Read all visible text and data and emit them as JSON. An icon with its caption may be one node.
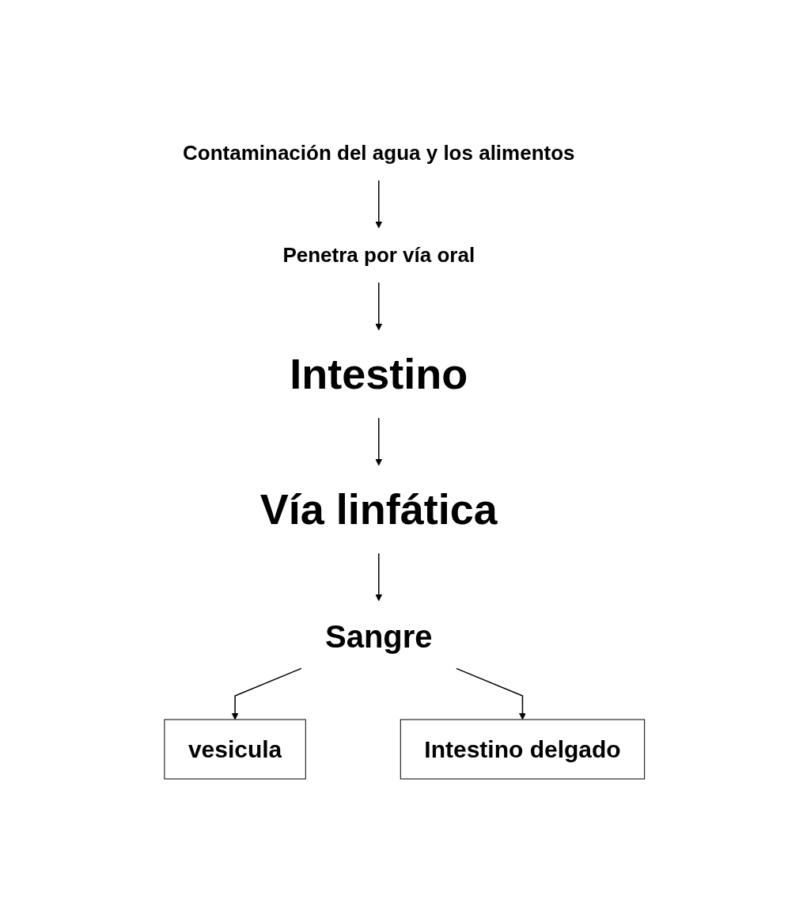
{
  "diagram": {
    "nodes": [
      {
        "text": [
          "Contaminación del agua y los alimentos"
        ]
      },
      {
        "text": [
          "Penetra por vía oral"
        ]
      },
      {
        "text": [
          "Intestino"
        ]
      },
      {
        "text": [
          "Vía linfática"
        ]
      },
      {
        "text": [
          "Sangre"
        ]
      },
      {
        "text": [
          "vesicula"
        ]
      },
      {
        "text": [
          "Intestino delgado"
        ]
      }
    ],
    "edges": [
      {
        "from": 0,
        "to": 1,
        "arrow": "to"
      },
      {
        "from": 1,
        "to": 2,
        "arrow": "to"
      },
      {
        "from": 2,
        "to": 3,
        "arrow": "to"
      },
      {
        "from": 3,
        "to": 4,
        "arrow": "to"
      },
      {
        "from": 4,
        "to": 5,
        "arrow": "to"
      },
      {
        "from": 4,
        "to": 6,
        "arrow": "to"
      }
    ]
  }
}
